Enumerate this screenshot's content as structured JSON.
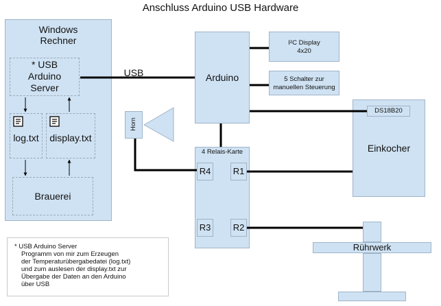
{
  "title": "Anschluss Arduino USB Hardware",
  "windows_label": [
    "Windows",
    "Rechner"
  ],
  "usb_server_label": [
    "* USB",
    "Arduino",
    "Server"
  ],
  "log_label": "log.txt",
  "display_label": "display.txt",
  "brauerei_label": "Brauerei",
  "usb_label": "USB",
  "arduino_label": "Arduino",
  "i2c_label": [
    "I²C Display",
    "4x20"
  ],
  "switch_label": [
    "5 Schalter zur",
    "manuellen Steuerung"
  ],
  "ds_label": "DS18B20",
  "einkocher_label": "Einkocher",
  "horn_label": "Horn",
  "relais_label": "4 Relais-Karte",
  "relays": [
    "R4",
    "R1",
    "R3",
    "R2"
  ],
  "ruehrwerk_label": "Rührwerk",
  "note": [
    "* USB Arduino Server",
    "Programm von mir zum Erzeugen",
    "der Temperaturübergabedatei (log.txt)",
    "und zum auslesen der display.txt zur",
    "Übergabe der Daten an den Arduino",
    "über USB"
  ],
  "colors": {
    "box_fill": "#cfe2f3",
    "box_border": "#9fb3c8",
    "wire": "#000000"
  }
}
